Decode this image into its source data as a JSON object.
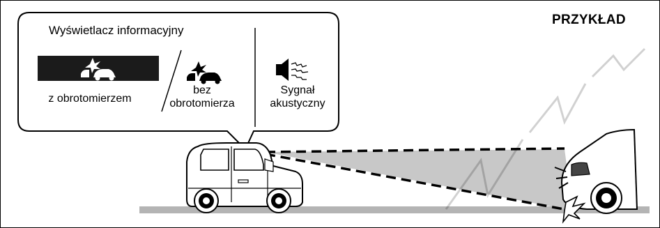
{
  "example_label": "PRZYKŁAD",
  "callout": {
    "title": "Wyświetlacz informacyjny",
    "with_tachometer": "z obrotomierzem",
    "without_tachometer_line1": "bez",
    "without_tachometer_line2": "obrotomierza",
    "sound_line1": "Sygnał",
    "sound_line2": "akustyczny"
  },
  "icons": [
    "collision-warning-icon",
    "speaker-icon"
  ],
  "colors": {
    "display_background": "#1b1b1b",
    "sensor_beam": "#c8c8c8",
    "road": "#b4b4b4"
  }
}
